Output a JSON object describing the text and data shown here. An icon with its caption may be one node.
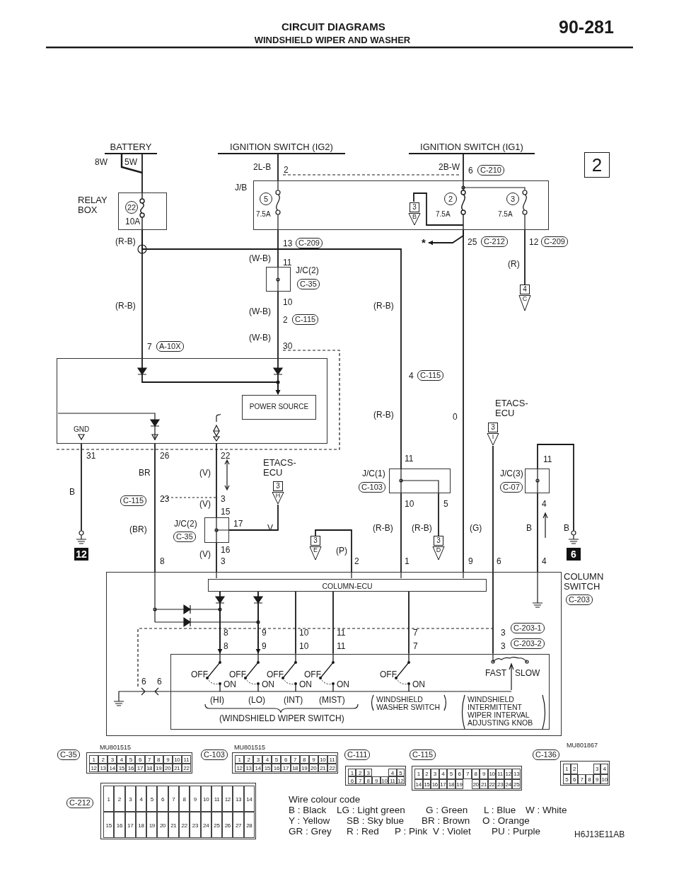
{
  "diagram": {
    "title": "WINDSHIELD WIPER AND WASHER",
    "nodes": [
      {
        "text": [
          "BATTERY"
        ]
      },
      {
        "text": [
          "IGNITION SWITCH (IG2)"
        ]
      },
      {
        "text": [
          "IGNITION SWITCH (IG1)"
        ]
      },
      {
        "text": [
          "2"
        ]
      },
      {
        "text": [
          "RELAY BOX",
          "22",
          "10A"
        ]
      },
      {
        "text": [
          "J/B",
          "5",
          "7.5A",
          "2",
          "7.5A",
          "3",
          "7.5A"
        ]
      },
      {
        "text": [
          "3",
          "B"
        ],
        "in": 5
      },
      {
        "text": [
          "J/C(2)",
          "C-35"
        ]
      },
      {
        "text": [],
        "shape": "box"
      },
      {
        "text": [
          "POWER SOURCE"
        ],
        "in": 8
      },
      {
        "text": [
          "12"
        ]
      },
      {
        "text": [
          "J/C(2)",
          "C-35"
        ]
      },
      {
        "text": [
          "ETACS-ECU",
          "3",
          "H"
        ]
      },
      {
        "text": [
          "3",
          "E"
        ]
      },
      {
        "text": [
          "J/C(1)",
          "C-103"
        ]
      },
      {
        "text": [
          "3",
          "D"
        ]
      },
      {
        "text": [
          "ETACS-ECU",
          "3",
          "I"
        ]
      },
      {
        "text": [
          "J/C(3)",
          "C-07"
        ]
      },
      {
        "text": [
          "6"
        ]
      },
      {
        "text": [
          "4",
          "C"
        ]
      },
      {
        "text": [
          "COLUMN SWITCH",
          "C-203"
        ]
      },
      {
        "text": [
          "COLUMN-ECU"
        ],
        "in": 20
      },
      {
        "text": [],
        "shape": "box",
        "in": 20
      },
      {
        "text": [
          "C-35",
          "1",
          "2",
          "3",
          "4",
          "5",
          "6",
          "7",
          "8",
          "9",
          "10",
          "11",
          "12",
          "13",
          "14",
          "15",
          "16",
          "17",
          "18",
          "19",
          "20",
          "21",
          "22"
        ],
        "beside": [
          "MU801515"
        ]
      },
      {
        "text": [
          "C-103",
          "1",
          "2",
          "3",
          "4",
          "5",
          "6",
          "7",
          "8",
          "9",
          "10",
          "11",
          "12",
          "13",
          "14",
          "15",
          "16",
          "17",
          "18",
          "19",
          "20",
          "21",
          "22"
        ],
        "beside": [
          "MU801515"
        ]
      },
      {
        "text": [
          "C-111",
          "1",
          "2",
          "3",
          "4",
          "5",
          "6",
          "7",
          "8",
          "9",
          "10",
          "11",
          "12"
        ]
      },
      {
        "text": [
          "C-115",
          "1",
          "2",
          "3",
          "4",
          "5",
          "6",
          "7",
          "8",
          "9",
          "10",
          "11",
          "12",
          "13",
          "14",
          "15",
          "16",
          "17",
          "18",
          "19",
          "20",
          "21",
          "22",
          "23",
          "24",
          "25"
        ]
      },
      {
        "text": [
          "C-136",
          "1",
          "2",
          "3",
          "4",
          "5",
          "6",
          "7",
          "8",
          "9",
          "10"
        ],
        "beside": [
          "MU801867"
        ]
      },
      {
        "text": [
          "C-212",
          "1",
          "2",
          "3",
          "4",
          "5",
          "6",
          "7",
          "8",
          "9",
          "10",
          "11",
          "12",
          "13",
          "14",
          "15",
          "16",
          "17",
          "18",
          "19",
          "20",
          "21",
          "22",
          "23",
          "24",
          "25",
          "26",
          "27",
          "28"
        ]
      },
      {
        "text": [
          "*"
        ]
      }
    ],
    "edges": [
      {
        "from": 0,
        "to": 4,
        "arrow": "none"
      },
      {
        "from": 4,
        "to": 8,
        "arrow": "none"
      },
      {
        "from": 4,
        "to": 14,
        "arrow": "none"
      },
      {
        "from": 1,
        "to": 5,
        "arrow": "none"
      },
      {
        "from": 5,
        "to": 7,
        "arrow": "none"
      },
      {
        "from": 7,
        "to": 8,
        "arrow": "none"
      },
      {
        "from": 2,
        "to": 5,
        "arrow": "none"
      },
      {
        "from": 5,
        "to": 20,
        "arrow": "none"
      },
      {
        "from": 5,
        "to": 19,
        "arrow": "none"
      },
      {
        "from": 5,
        "to": 29,
        "arrow": "to"
      },
      {
        "from": 8,
        "to": 10,
        "arrow": "none"
      },
      {
        "from": 8,
        "to": 20,
        "arrow": "none"
      },
      {
        "from": 8,
        "to": 11,
        "arrow": "none"
      },
      {
        "from": 11,
        "to": 12,
        "arrow": "none"
      },
      {
        "from": 11,
        "to": 20,
        "arrow": "none"
      },
      {
        "from": 13,
        "to": 20,
        "arrow": "none"
      },
      {
        "from": 14,
        "to": 20,
        "arrow": "none"
      },
      {
        "from": 14,
        "to": 15,
        "arrow": "none"
      },
      {
        "from": 16,
        "to": 22,
        "arrow": "none"
      },
      {
        "from": 18,
        "to": 17,
        "arrow": "none"
      },
      {
        "from": 17,
        "to": 20,
        "arrow": "none"
      },
      {
        "from": 21,
        "to": 22,
        "arrow": "to"
      },
      {
        "from": 21,
        "to": 22,
        "arrow": "to"
      },
      {
        "from": 21,
        "to": 22,
        "arrow": "none"
      },
      {
        "from": 21,
        "to": 22,
        "arrow": "none"
      },
      {
        "from": 21,
        "to": 22,
        "arrow": "none"
      },
      {
        "from": 8,
        "to": 9,
        "arrow": "to"
      },
      {
        "from": 8,
        "to": 9,
        "arrow": "to"
      },
      {
        "from": 6,
        "to": 5,
        "arrow": "none"
      }
    ],
    "labels": [
      "CIRCUIT DIAGRAMS",
      "90-281",
      "8W",
      "5W",
      "2L-B",
      "2",
      "2B-W",
      "6",
      "C-210",
      "(R-B)",
      "13",
      "C-209",
      "25",
      "C-212",
      "12",
      "C-209",
      "(W-B)",
      "11",
      "(R)",
      "(R-B)",
      "10",
      "(R-B)",
      "(W-B)",
      "2",
      "C-115",
      "(W-B)",
      "7",
      "A-10X",
      "30",
      "4",
      "C-115",
      "(R-B)",
      "0",
      "GND",
      "31",
      "26",
      "22",
      "11",
      "11",
      "BR",
      "(V)",
      "B",
      "C-115",
      "23",
      "(V)",
      "3",
      "15",
      "10",
      "5",
      "4",
      "(BR)",
      "17",
      "V",
      "(R-B)",
      "(R-B)",
      "(G)",
      "B",
      "B",
      "(V)",
      "16",
      "(P)",
      "8",
      "3",
      "2",
      "1",
      "9",
      "6",
      "4",
      "8",
      "9",
      "10",
      "11",
      "7",
      "3",
      "C-203-1",
      "8",
      "9",
      "10",
      "11",
      "7",
      "3",
      "C-203-2",
      "6",
      "6",
      "OFF",
      "ON",
      "OFF",
      "ON",
      "OFF",
      "ON",
      "OFF",
      "ON",
      "OFF",
      "ON",
      "FAST",
      "SLOW",
      "(HI)",
      "(LO)",
      "(INT)",
      "(MIST)",
      "WINDSHIELD WASHER SWITCH",
      "WINDSHIELD INTERMITTENT WIPER INTERVAL ADJUSTING KNOB",
      "(WINDSHIELD WIPER SWITCH)",
      "Wire colour code",
      "B : Black",
      "LG : Light green",
      "G : Green",
      "L : Blue",
      "W : White",
      "Y : Yellow",
      "SB : Sky blue",
      "BR : Brown",
      "O : Orange",
      "GR : Grey",
      "R : Red",
      "P : Pink",
      "V : Violet",
      "PU : Purple",
      "H6J13E11AB"
    ]
  }
}
